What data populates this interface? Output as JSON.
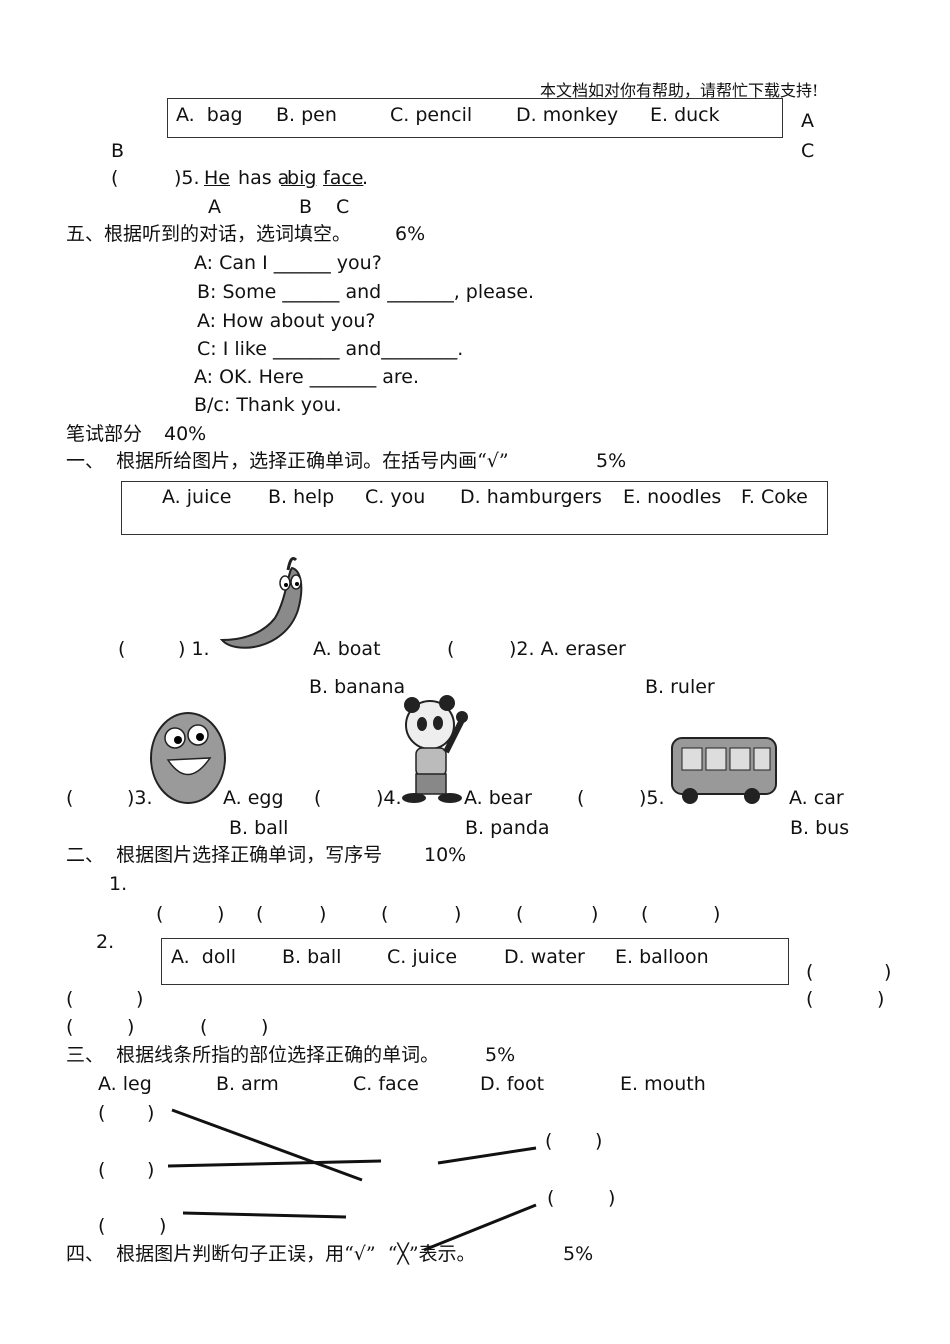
{
  "header_note": "本文档如对你有帮助，请帮忙下载支持!",
  "top_box": [
    "A.  bag",
    "B. pen",
    "C. pencil",
    "D. monkey",
    "E. duck"
  ],
  "letters": {
    "a": "A",
    "b": "B",
    "c": "C"
  },
  "q5": {
    "paren": "(",
    "num": ")5.",
    "he": "He",
    "has_a": " has a",
    "big": " big",
    "face": "face",
    "end": ".",
    "label_a": "A",
    "label_b": "B",
    "label_c": "C"
  },
  "section5": {
    "title": "五、根据听到的对话，选词填空。",
    "score": "6%"
  },
  "dialogue": [
    "A: Can I ______ you?",
    "B: Some ______ and _______, please.",
    "A: How about you?",
    "C: I like _______ and________.",
    "A: OK. Here _______ are.",
    "B/c: Thank you."
  ],
  "written": {
    "title": "笔试部分",
    "score": "40%"
  },
  "part1": {
    "title": "一、  根据所给图片，选择正确单词。在括号内画“√”",
    "score": "5%"
  },
  "box2": [
    "A. juice",
    "B. help",
    "C. you",
    "D. hamburgers",
    "E. noodles",
    "F. Coke"
  ],
  "p1": {
    "paren_open": "(",
    "q1": ") 1.",
    "q1a": "A. boat",
    "q1b": "B. banana",
    "q2": ")2. A. eraser",
    "q2b": "B. ruler",
    "q3": ")3.",
    "q3a": "A. egg",
    "q3b": "B. ball",
    "q4": ")4.",
    "q4a": "A. bear",
    "q4b": "B. panda",
    "q5": ")5.",
    "q5a": "A. car",
    "q5b": "B. bus"
  },
  "part2": {
    "title": "二、  根据图片选择正确单词，写序号",
    "score": "10%",
    "n1": "1.",
    "n2": "2."
  },
  "parens": {
    "open": "(",
    "close": ")"
  },
  "box3": [
    "A.  doll",
    "B. ball",
    "C. juice",
    "D. water",
    "E. balloon"
  ],
  "part3": {
    "title": "三、  根据线条所指的部位选择正确的单词。",
    "score": "5%"
  },
  "parts_options": [
    "A. leg",
    "B. arm",
    "C. face",
    "D. foot",
    "E. mouth"
  ],
  "part4": {
    "title": "四、  根据图片判断句子正误，用“√”  “╳”表示。",
    "score": "5%"
  }
}
